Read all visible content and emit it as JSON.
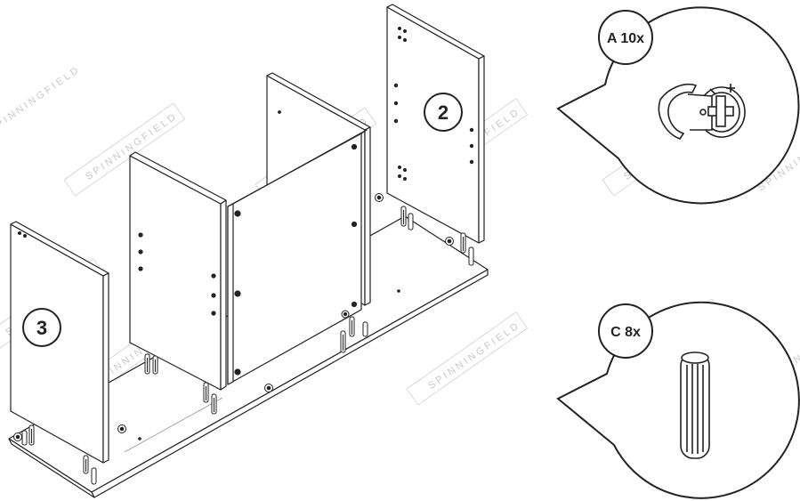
{
  "step_callouts": {
    "step_2": "2",
    "step_3": "3"
  },
  "parts": {
    "part_a": "A 10x",
    "part_c": "C 8x"
  },
  "watermark": "SPINNINGFIELD",
  "colors": {
    "line": "#222222",
    "watermark": "#c8c8c8",
    "background": "#ffffff"
  },
  "icons": [
    "cam-lock-fitting-icon",
    "wooden-dowel-icon",
    "butterfly-logo-icon"
  ]
}
